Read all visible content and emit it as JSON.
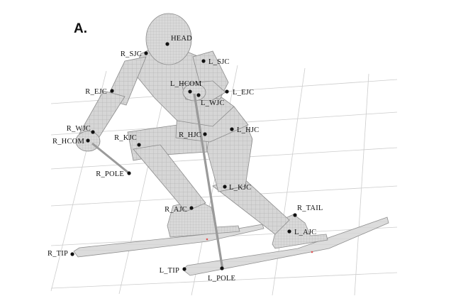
{
  "figure": {
    "panel_letter": "A.",
    "colors": {
      "body_fill": "#d3d3d3",
      "body_stroke": "#8a8a8a",
      "mesh": "#ababab",
      "ground_grid": "#c9c9c9",
      "marker": "#111111",
      "label": "#111111",
      "ski_marker": "#e05050"
    },
    "markers": {
      "head": "HEAD",
      "r_sjc": "R_SJC",
      "l_sjc": "L_SJC",
      "r_ejc": "R_EJC",
      "l_hcom": "L_HCOM",
      "l_ejc": "L_EJC",
      "l_wjc": "L_WJC",
      "r_wjc": "R_WJC",
      "r_hcom": "R_HCOM",
      "r_kjc": "R_KJC",
      "r_hjc": "R_HJC",
      "l_hjc": "L_HJC",
      "r_pole": "R_POLE",
      "l_kjc": "L_KJC",
      "r_tail": "R_TAIL",
      "r_ajc": "R_AJC",
      "l_ajc": "L_AJC",
      "r_tip": "R_TIP",
      "l_tip": "L_TIP",
      "l_pole": "L_POLE"
    }
  }
}
